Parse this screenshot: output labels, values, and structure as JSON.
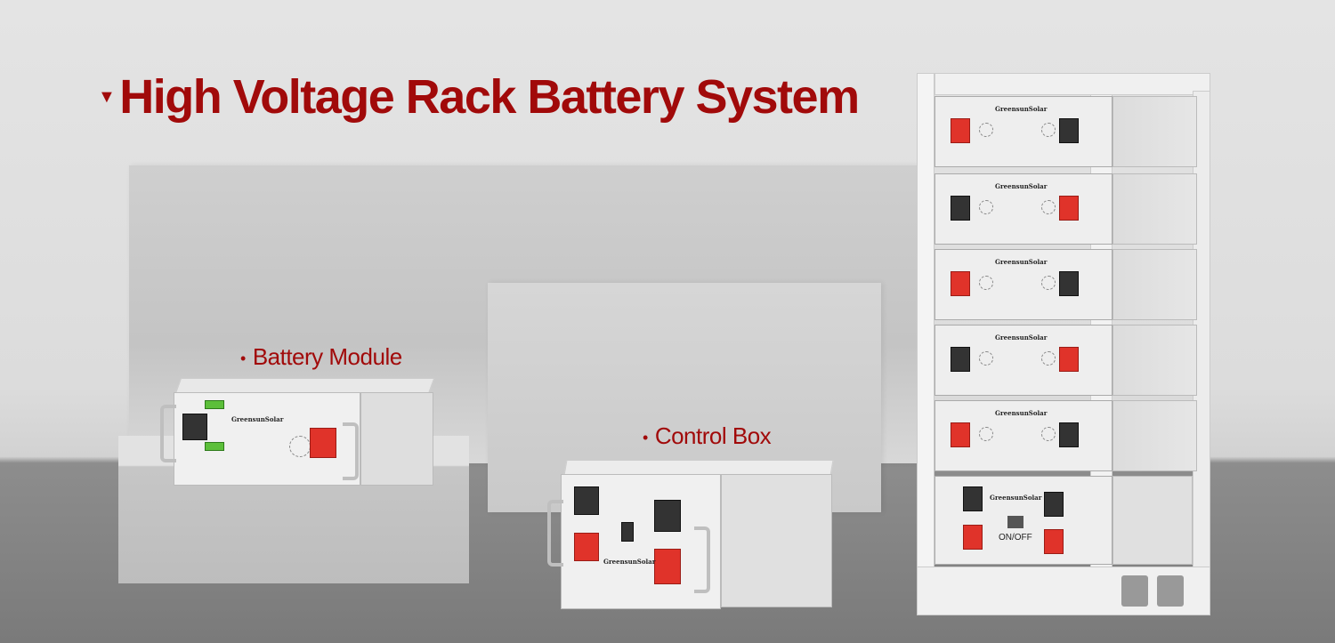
{
  "title": {
    "text": "High Voltage Rack Battery System",
    "icon": "chevron-down-icon"
  },
  "labels": {
    "battery_module": "Battery Module",
    "control_box": "Control Box",
    "bullet": "•"
  },
  "product": {
    "brand": "GreensunSolar",
    "switch_label": "ON/OFF"
  },
  "colors": {
    "accent": "#a10a0a",
    "terminal_red": "#e0332a",
    "terminal_black": "#333333",
    "indicator_green": "#5cbf3a"
  }
}
